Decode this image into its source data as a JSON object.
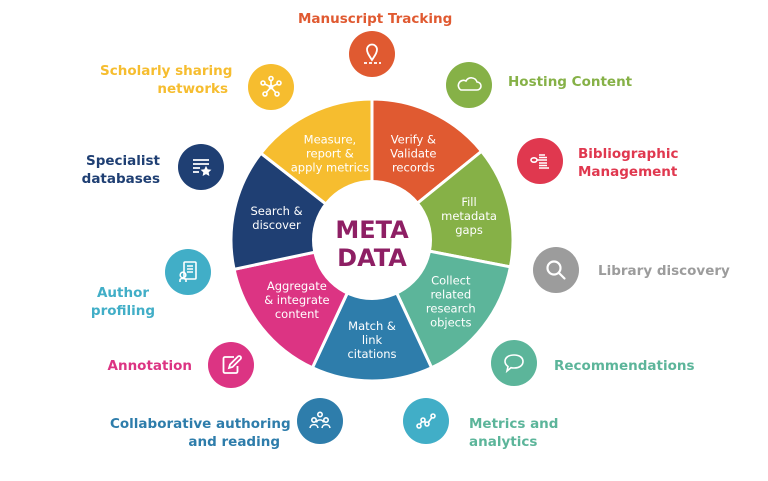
{
  "center": {
    "line1": "META",
    "line2": "DATA",
    "color": "#8e1f64"
  },
  "segments": [
    {
      "id": "verify",
      "lines": [
        "Verify &",
        "Validate",
        "records"
      ],
      "color": "#e05a31"
    },
    {
      "id": "fill",
      "lines": [
        "Fill",
        "metadata",
        "gaps"
      ],
      "color": "#86b147"
    },
    {
      "id": "collect",
      "lines": [
        "Collect",
        "related",
        "research",
        "objects"
      ],
      "color": "#5cb59a"
    },
    {
      "id": "match",
      "lines": [
        "Match &",
        "link",
        "citations"
      ],
      "color": "#2e7dab"
    },
    {
      "id": "aggregate",
      "lines": [
        "Aggregate",
        "& integrate",
        "content"
      ],
      "color": "#dc3483"
    },
    {
      "id": "search",
      "lines": [
        "Search &",
        "discover"
      ],
      "color": "#1f3f73"
    },
    {
      "id": "measure",
      "lines": [
        "Measure,",
        "report &",
        "apply metrics"
      ],
      "color": "#f6bd2f"
    }
  ],
  "nodes": [
    {
      "id": "manuscript",
      "icon": "map-pin-icon",
      "lines": [
        "Manuscript Tracking"
      ],
      "color": "#e05a31"
    },
    {
      "id": "hosting",
      "icon": "cloud-icon",
      "lines": [
        "Hosting Content"
      ],
      "color": "#86b147"
    },
    {
      "id": "bibliographic",
      "icon": "bibliography-icon",
      "lines": [
        "Bibliographic",
        "Management"
      ],
      "color": "#e0384f"
    },
    {
      "id": "library",
      "icon": "search-icon",
      "lines": [
        "Library discovery"
      ],
      "color": "#9c9c9c"
    },
    {
      "id": "recommend",
      "icon": "speech-bubble-icon",
      "lines": [
        "Recommendations"
      ],
      "color": "#5cb59a"
    },
    {
      "id": "metrics",
      "icon": "line-graph-icon",
      "lines": [
        "Metrics and",
        "analytics"
      ],
      "color": "#41aec7",
      "label_color": "#5cb59a"
    },
    {
      "id": "collab",
      "icon": "people-group-icon",
      "lines": [
        "Collaborative authoring",
        "and reading"
      ],
      "color": "#2e7dab"
    },
    {
      "id": "annotation",
      "icon": "edit-note-icon",
      "lines": [
        "Annotation"
      ],
      "color": "#dc3483"
    },
    {
      "id": "author",
      "icon": "profile-doc-icon",
      "lines": [
        "Author",
        "profiling"
      ],
      "color": "#41aec7"
    },
    {
      "id": "specialist",
      "icon": "database-star-icon",
      "lines": [
        "Specialist",
        "databases"
      ],
      "color": "#1f3f73"
    },
    {
      "id": "scholarly",
      "icon": "network-icon",
      "lines": [
        "Scholarly sharing",
        "networks"
      ],
      "color": "#f6bd2f"
    }
  ]
}
